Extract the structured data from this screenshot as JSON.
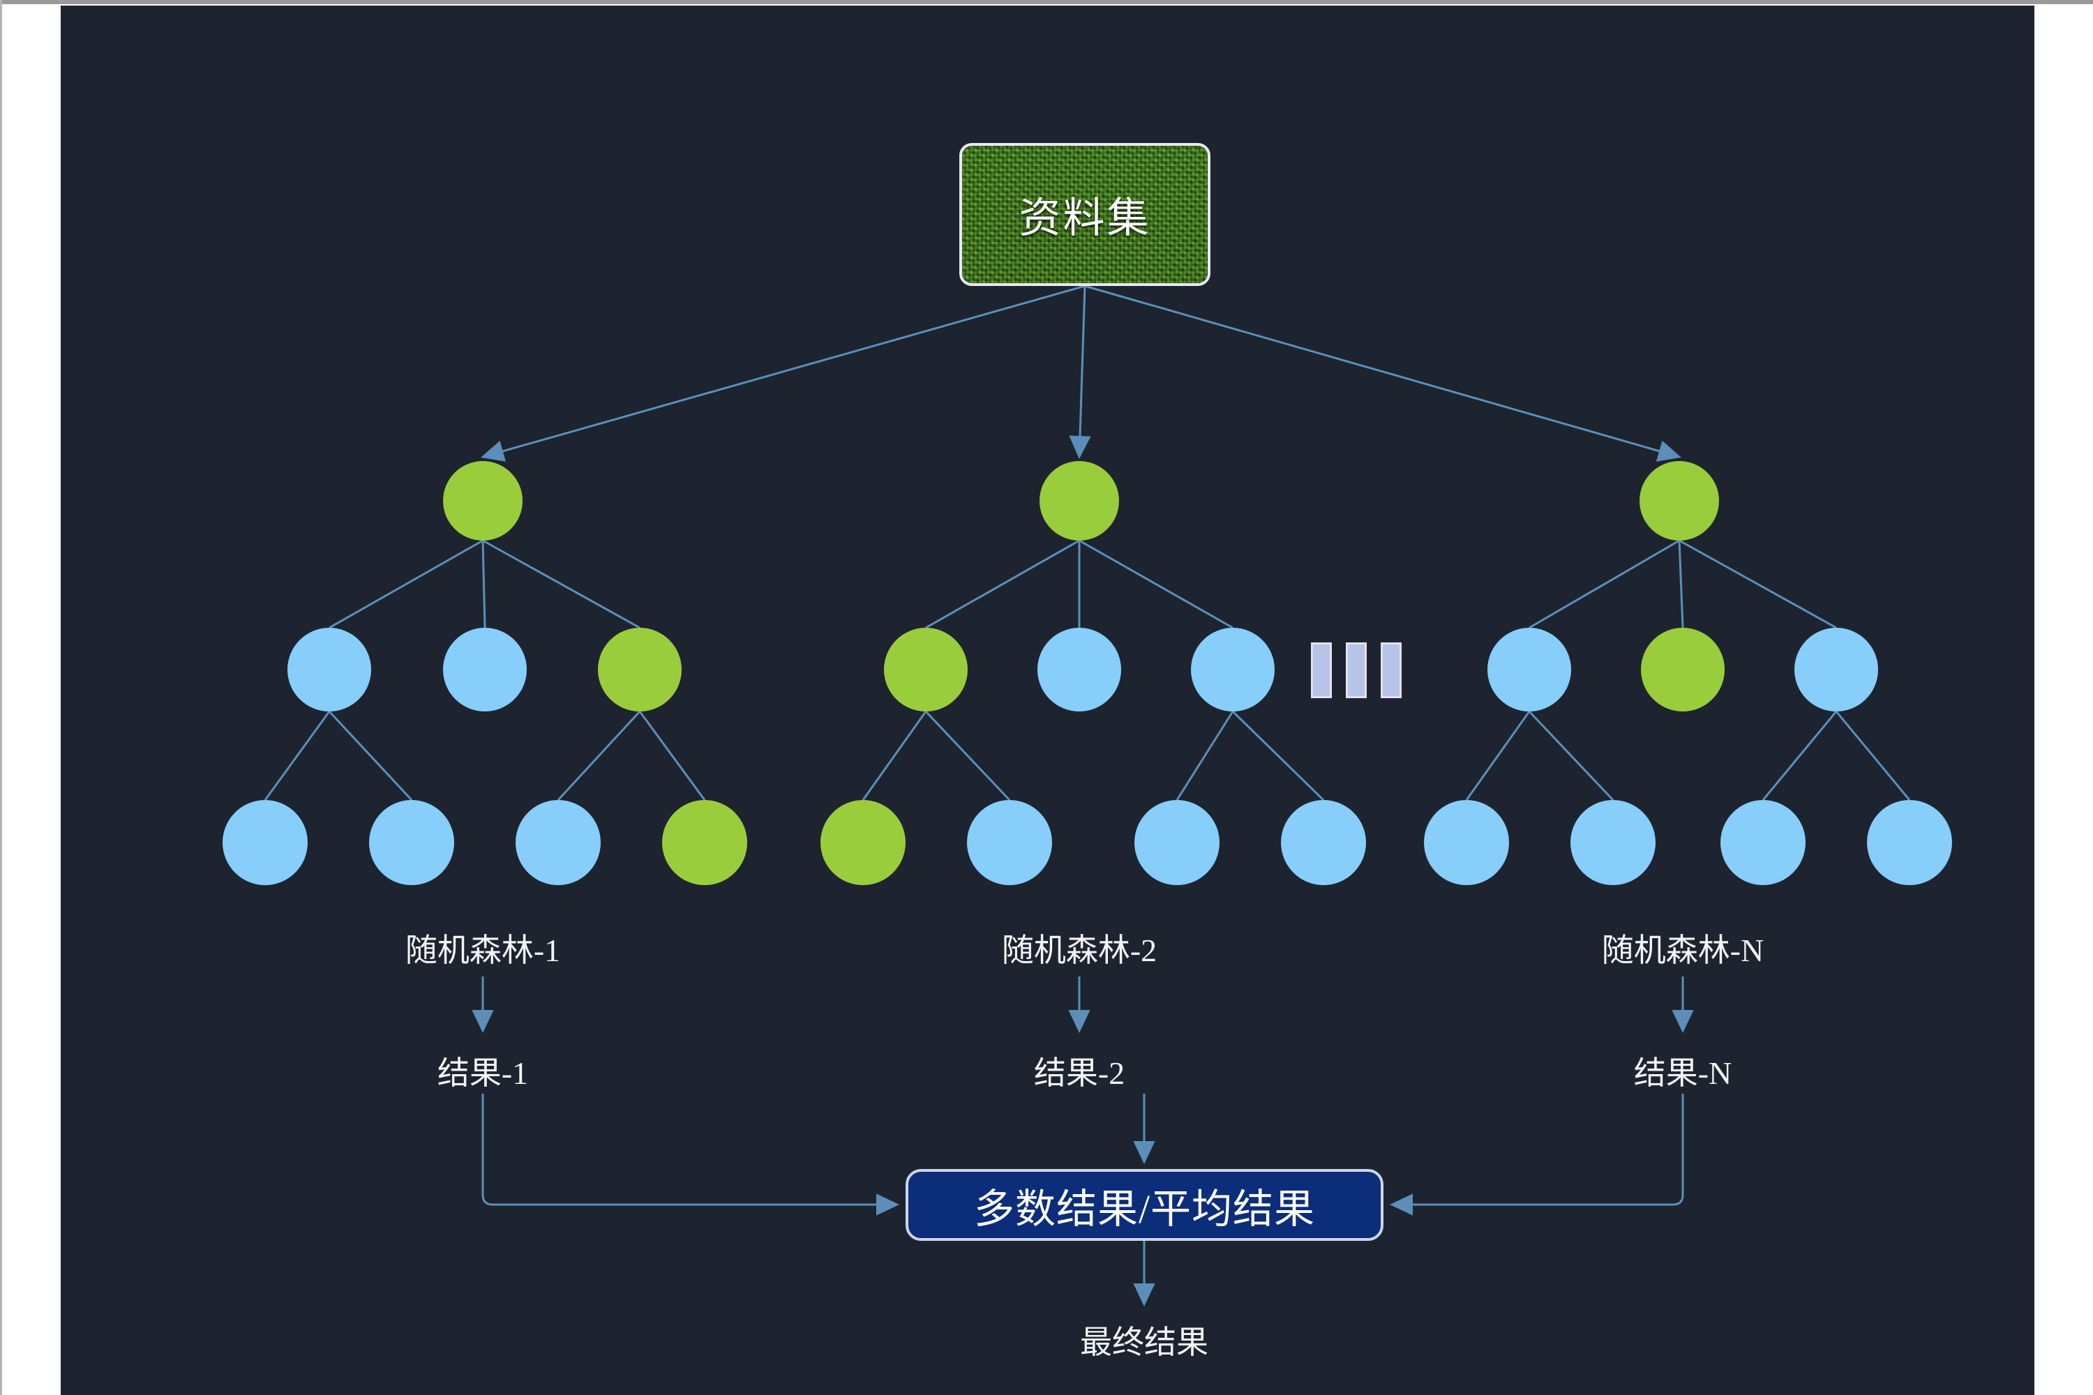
{
  "diagram": {
    "title_node": {
      "label": "资料集",
      "fill": "#2f6b10",
      "border": "#e8eaf0"
    },
    "aggregate_node": {
      "label": "多数结果/平均结果",
      "fill": "#0c2d79",
      "border": "#c9d6e6"
    },
    "final_node": {
      "label": "最终结果"
    },
    "ellipsis": {
      "name": "more-forests-indicator",
      "bars": 3,
      "fill": "#b6c4e8",
      "border": "#e6e0ee"
    },
    "colors": {
      "background": "#1d2430",
      "page": "#ffffff",
      "connector": "#5b8fb9",
      "node_green": "#9acd3c",
      "node_blue": "#87cefa",
      "text": "#f2f4f8"
    },
    "forests": [
      {
        "id": 1,
        "forest_label": "随机森林-1",
        "result_label": "结果-1",
        "root": {
          "color": "green"
        },
        "level2": [
          {
            "color": "blue"
          },
          {
            "color": "blue"
          },
          {
            "color": "green"
          }
        ],
        "level3": [
          {
            "color": "blue"
          },
          {
            "color": "blue"
          },
          {
            "color": "blue"
          },
          {
            "color": "green"
          }
        ]
      },
      {
        "id": 2,
        "forest_label": "随机森林-2",
        "result_label": "结果-2",
        "root": {
          "color": "green"
        },
        "level2": [
          {
            "color": "green"
          },
          {
            "color": "blue"
          },
          {
            "color": "blue"
          }
        ],
        "level3": [
          {
            "color": "green"
          },
          {
            "color": "blue"
          },
          {
            "color": "blue"
          },
          {
            "color": "blue"
          }
        ]
      },
      {
        "id": 3,
        "forest_label": "随机森林-N",
        "result_label": "结果-N",
        "root": {
          "color": "green"
        },
        "level2": [
          {
            "color": "blue"
          },
          {
            "color": "green"
          },
          {
            "color": "blue"
          }
        ],
        "level3": [
          {
            "color": "blue"
          },
          {
            "color": "blue"
          },
          {
            "color": "blue"
          },
          {
            "color": "blue"
          }
        ]
      }
    ]
  }
}
